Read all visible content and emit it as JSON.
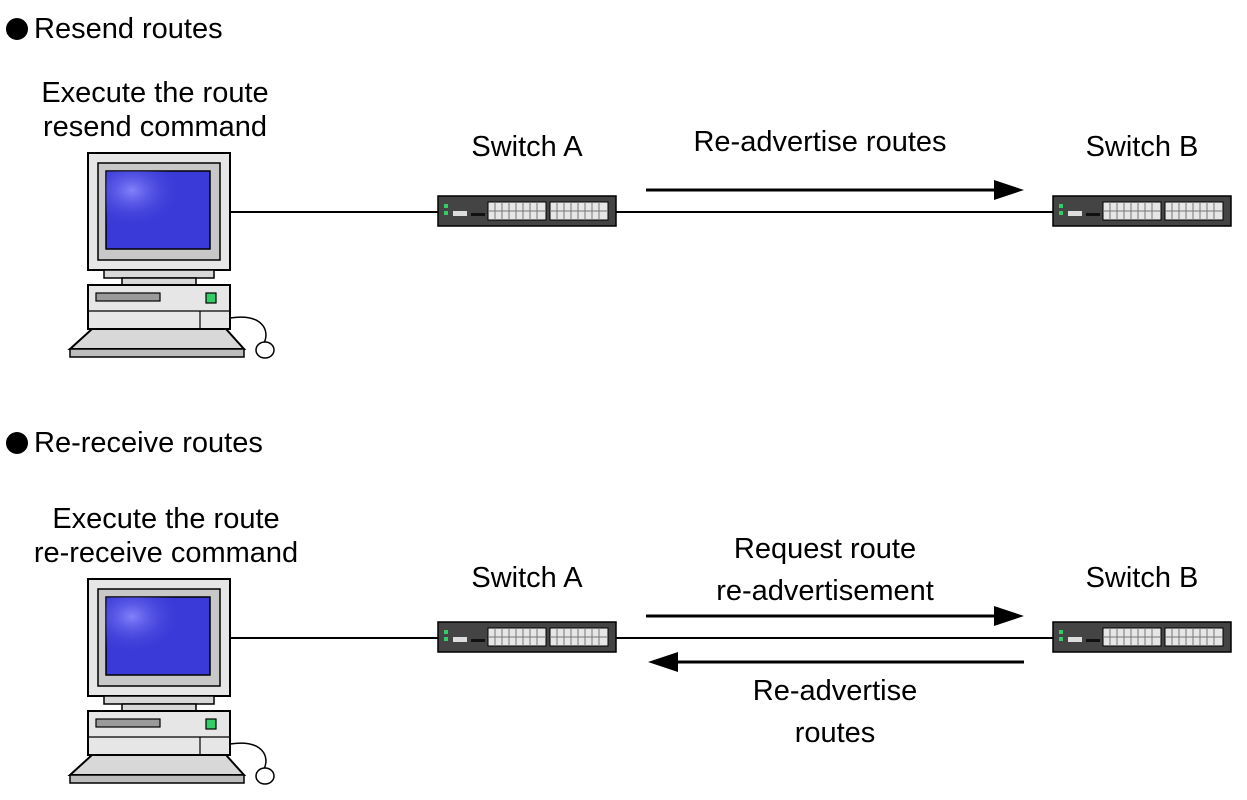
{
  "sections": [
    {
      "title": "Resend routes",
      "pc_caption": [
        "Execute the route",
        "resend command"
      ],
      "switch_a": "Switch A",
      "switch_b": "Switch B",
      "arrow_right_label": [
        "Re-advertise routes"
      ]
    },
    {
      "title": "Re-receive routes",
      "pc_caption": [
        "Execute the route",
        "re-receive command"
      ],
      "switch_a": "Switch A",
      "switch_b": "Switch B",
      "arrow_right_label": [
        "Request route",
        "re-advertisement"
      ],
      "arrow_left_label": [
        "Re-advertise",
        "routes"
      ]
    }
  ],
  "colors": {
    "screen": "#3a3ad8",
    "switch_body": "#444444",
    "led": "#33cc66"
  },
  "icons": [
    "bullet-icon",
    "computer-icon",
    "switch-icon",
    "arrow-right-icon",
    "arrow-left-icon"
  ]
}
